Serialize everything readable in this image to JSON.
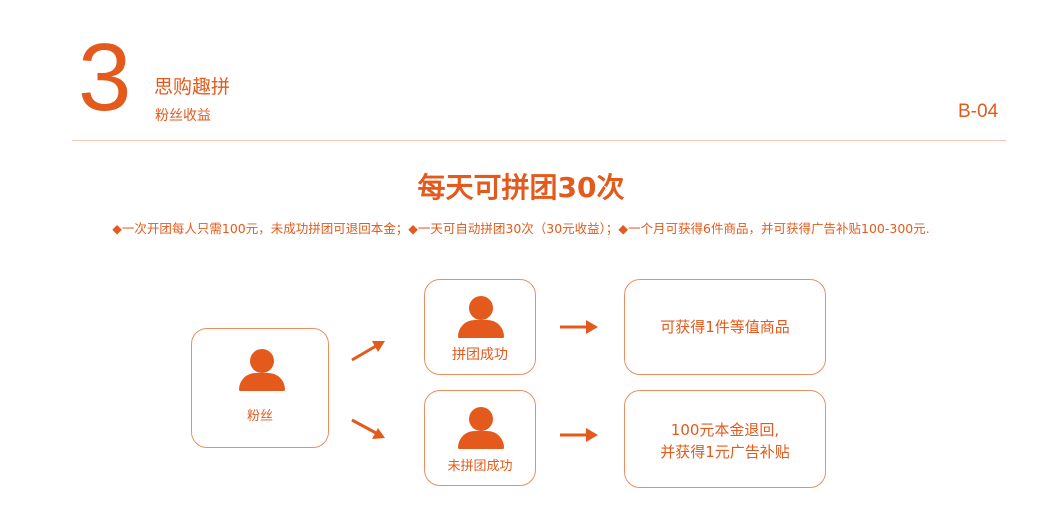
{
  "header": {
    "section_number": "3",
    "title": "思购趣拼",
    "subtitle": "粉丝收益",
    "page_code": "B-04"
  },
  "main": {
    "title": "每天可拼团30次",
    "description": "◆一次开团每人只需100元，未成功拼团可退回本金；◆一天可自动拼团30次（30元收益）；◆一个月可获得6件商品，并可获得广告补贴100-300元."
  },
  "diagram": {
    "fan_label": "粉丝",
    "success_label": "拼团成功",
    "fail_label": "未拼团成功",
    "success_result": "可获得1件等值商品",
    "fail_result_line1": "100元本金退回,",
    "fail_result_line2": "并获得1元广告补贴"
  },
  "colors": {
    "accent": "#e35a1c",
    "border": "#eb8f63",
    "divider": "#e9c9b6"
  },
  "icons": [
    "person-icon",
    "arrow-icon"
  ]
}
